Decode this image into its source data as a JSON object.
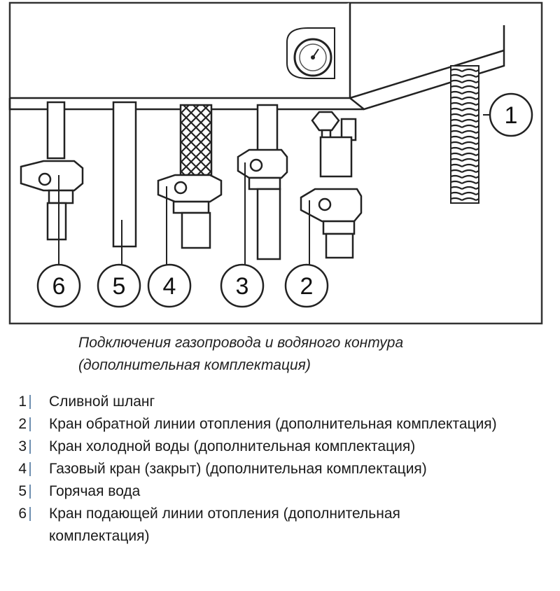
{
  "callouts": [
    "1",
    "2",
    "3",
    "4",
    "5",
    "6"
  ],
  "caption": {
    "line1": "Подключения газопровода и водяного контура",
    "line2": "(дополнительная комплектация)"
  },
  "legend": [
    {
      "num": "1",
      "text": "Сливной шланг"
    },
    {
      "num": "2",
      "text": "Кран обратной линии отопления (дополнительная комплектация)"
    },
    {
      "num": "3",
      "text": "Кран холодной воды (дополнительная комплектация)"
    },
    {
      "num": "4",
      "text": "Газовый кран (закрыт) (дополнительная комплектация)"
    },
    {
      "num": "5",
      "text": "Горячая вода"
    },
    {
      "num": "6",
      "text": "Кран подающей линии отопления (дополнительная комплектация)"
    }
  ]
}
